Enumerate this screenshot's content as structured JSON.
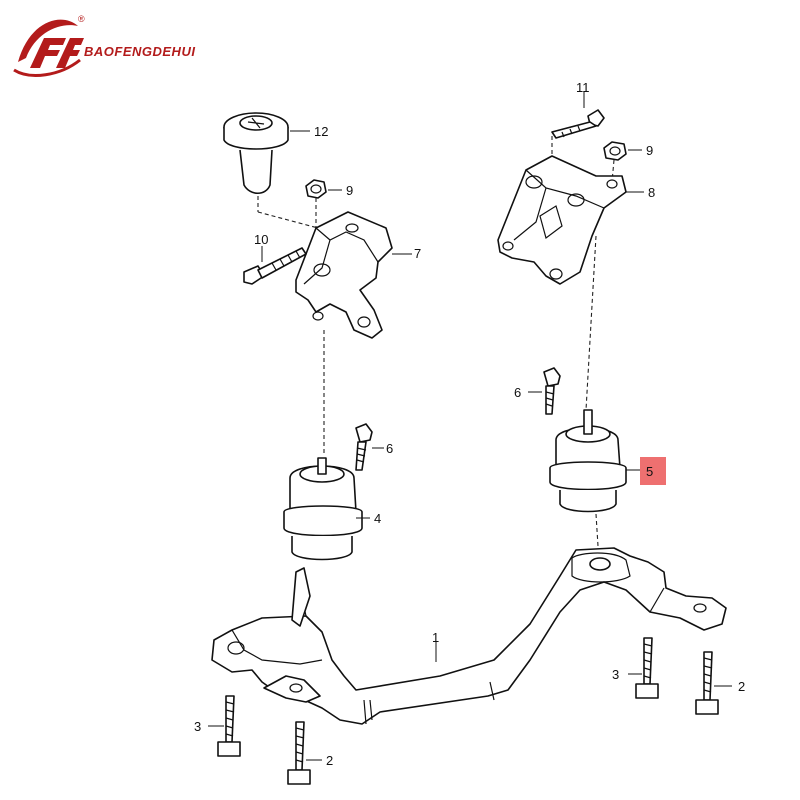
{
  "brand": {
    "name": "BAOFENGDEHUI",
    "registered_mark": "®",
    "color": "#b31b1b"
  },
  "callouts": [
    {
      "id": "label-1",
      "text": "1"
    },
    {
      "id": "label-2-left",
      "text": "2"
    },
    {
      "id": "label-2-right",
      "text": "2"
    },
    {
      "id": "label-3-left",
      "text": "3"
    },
    {
      "id": "label-3-right",
      "text": "3"
    },
    {
      "id": "label-4",
      "text": "4"
    },
    {
      "id": "label-5",
      "text": "5"
    },
    {
      "id": "label-6-left",
      "text": "6"
    },
    {
      "id": "label-6-right",
      "text": "6"
    },
    {
      "id": "label-7",
      "text": "7"
    },
    {
      "id": "label-8",
      "text": "8"
    },
    {
      "id": "label-9-left",
      "text": "9"
    },
    {
      "id": "label-9-right",
      "text": "9"
    },
    {
      "id": "label-10",
      "text": "10"
    },
    {
      "id": "label-11",
      "text": "11"
    },
    {
      "id": "label-12",
      "text": "12"
    }
  ],
  "highlight": {
    "label": "5",
    "color": "#ee7070"
  }
}
